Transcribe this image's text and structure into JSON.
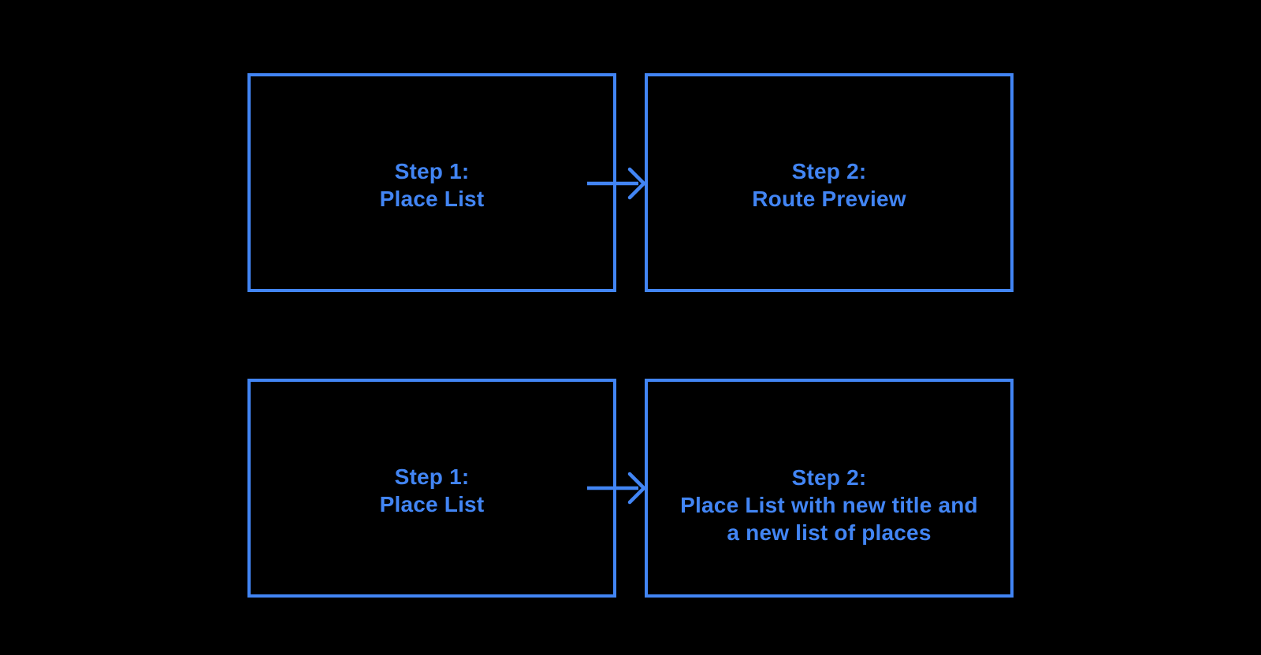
{
  "colors": {
    "accent": "#4285F4",
    "background": "#000000"
  },
  "nodes": [
    {
      "lines": [
        "Step 1:",
        "Place List"
      ]
    },
    {
      "lines": [
        "Step 2:",
        "Route Preview"
      ]
    },
    {
      "lines": [
        "Step 1:",
        "Place List"
      ]
    },
    {
      "lines": [
        "Step 2:",
        "Place List with new title and",
        "a new list of places"
      ]
    }
  ]
}
